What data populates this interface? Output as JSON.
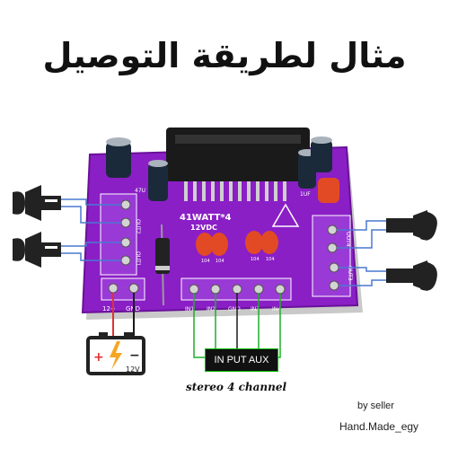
{
  "title": "مثال لطريقة التوصيل",
  "board": {
    "power_label": "41WATT*4",
    "voltage_label": "12VDC",
    "left_terminal_labels": [
      "OUT2",
      "OUT1"
    ],
    "right_terminal_labels": [
      "OUT4",
      "OUT3"
    ],
    "power_pins": [
      "12+",
      "GND"
    ],
    "input_pins": [
      "IN1",
      "IN2",
      "GND",
      "IN3",
      "IN4"
    ],
    "cap_labels": [
      "47U",
      "104",
      "104",
      "104",
      "104",
      "1UF"
    ]
  },
  "battery": {
    "plus": "+",
    "minus": "−",
    "voltage": "12V"
  },
  "aux_label": "IN PUT AUX",
  "caption": "stereo 4 channel",
  "seller_line1": "by seller",
  "seller_line2": "Hand.Made_egy",
  "colors": {
    "board": "#8a1fc6",
    "wire_blue": "#4a78d0",
    "wire_green": "#1fae2a",
    "cap_orange": "#e24a25"
  }
}
